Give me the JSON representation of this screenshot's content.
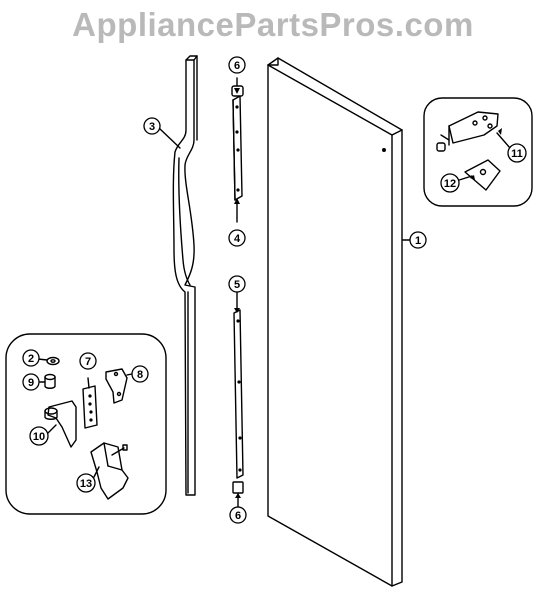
{
  "watermark": "AppliancePartsPros.com",
  "callouts": [
    {
      "id": "door-panel",
      "label": "1"
    },
    {
      "id": "washer",
      "label": "2"
    },
    {
      "id": "door-handle",
      "label": "3"
    },
    {
      "id": "trim-upper-bottom",
      "label": "4"
    },
    {
      "id": "trim-lower-top",
      "label": "5"
    },
    {
      "id": "cap-upper",
      "label": "6"
    },
    {
      "id": "cap-lower",
      "label": "6"
    },
    {
      "id": "shim",
      "label": "7"
    },
    {
      "id": "bracket",
      "label": "8"
    },
    {
      "id": "bushing",
      "label": "9"
    },
    {
      "id": "hinge-lower",
      "label": "10"
    },
    {
      "id": "hinge-top",
      "label": "11"
    },
    {
      "id": "hinge-shim",
      "label": "12"
    },
    {
      "id": "hinge-cover",
      "label": "13"
    }
  ],
  "colors": {
    "line": "#000000",
    "watermark": "#b9b9b9",
    "background": "#ffffff"
  }
}
